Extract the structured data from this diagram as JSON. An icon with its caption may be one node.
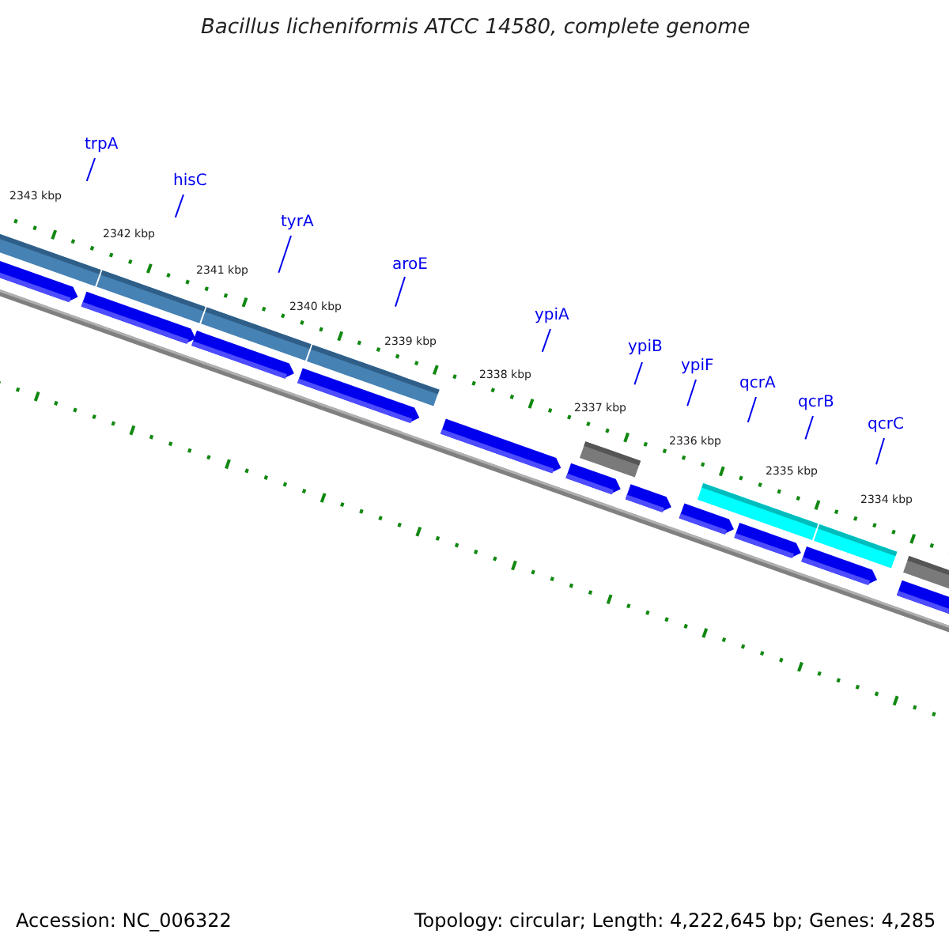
{
  "diagram": {
    "title": "Bacillus licheniformis ATCC 14580, complete genome",
    "nodes": [
      {
        "text": [
          "trpA"
        ]
      },
      {
        "text": [
          "hisC"
        ]
      },
      {
        "text": [
          "tyrA"
        ]
      },
      {
        "text": [
          "aroE"
        ]
      },
      {
        "text": [
          "ypiA"
        ]
      },
      {
        "text": [
          "ypiB"
        ]
      },
      {
        "text": [
          "ypiF"
        ]
      },
      {
        "text": [
          "qcrA"
        ]
      },
      {
        "text": [
          "qcrB"
        ]
      },
      {
        "text": [
          "qcrC"
        ]
      }
    ],
    "edges": [
      {
        "from": 0,
        "to": null,
        "arrow": "none"
      },
      {
        "from": 1,
        "to": null,
        "arrow": "none"
      },
      {
        "from": 2,
        "to": null,
        "arrow": "none"
      },
      {
        "from": 3,
        "to": null,
        "arrow": "none"
      },
      {
        "from": 4,
        "to": null,
        "arrow": "none"
      },
      {
        "from": 5,
        "to": null,
        "arrow": "none"
      },
      {
        "from": 6,
        "to": null,
        "arrow": "none"
      },
      {
        "from": 7,
        "to": null,
        "arrow": "none"
      },
      {
        "from": 8,
        "to": null,
        "arrow": "none"
      },
      {
        "from": 9,
        "to": null,
        "arrow": "none"
      }
    ],
    "labels": [
      "2343 kbp",
      "2342 kbp",
      "2341 kbp",
      "2340 kbp",
      "2339 kbp",
      "2338 kbp",
      "2337 kbp",
      "2336 kbp",
      "2335 kbp",
      "2334 kbp",
      "Accession: NC_006322",
      "Topology: circular; Length: 4,222,645 bp; Genes: 4,285"
    ]
  }
}
